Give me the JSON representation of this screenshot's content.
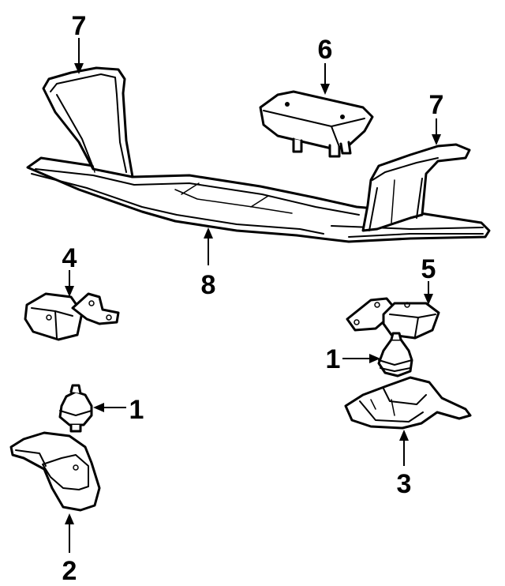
{
  "callouts": {
    "c7_left": "7",
    "c6": "6",
    "c7_right": "7",
    "c4": "4",
    "c8": "8",
    "c5": "5",
    "c1_right": "1",
    "c1_left": "1",
    "c3": "3",
    "c2": "2"
  },
  "colors": {
    "line": "#000000",
    "background": "#ffffff"
  }
}
